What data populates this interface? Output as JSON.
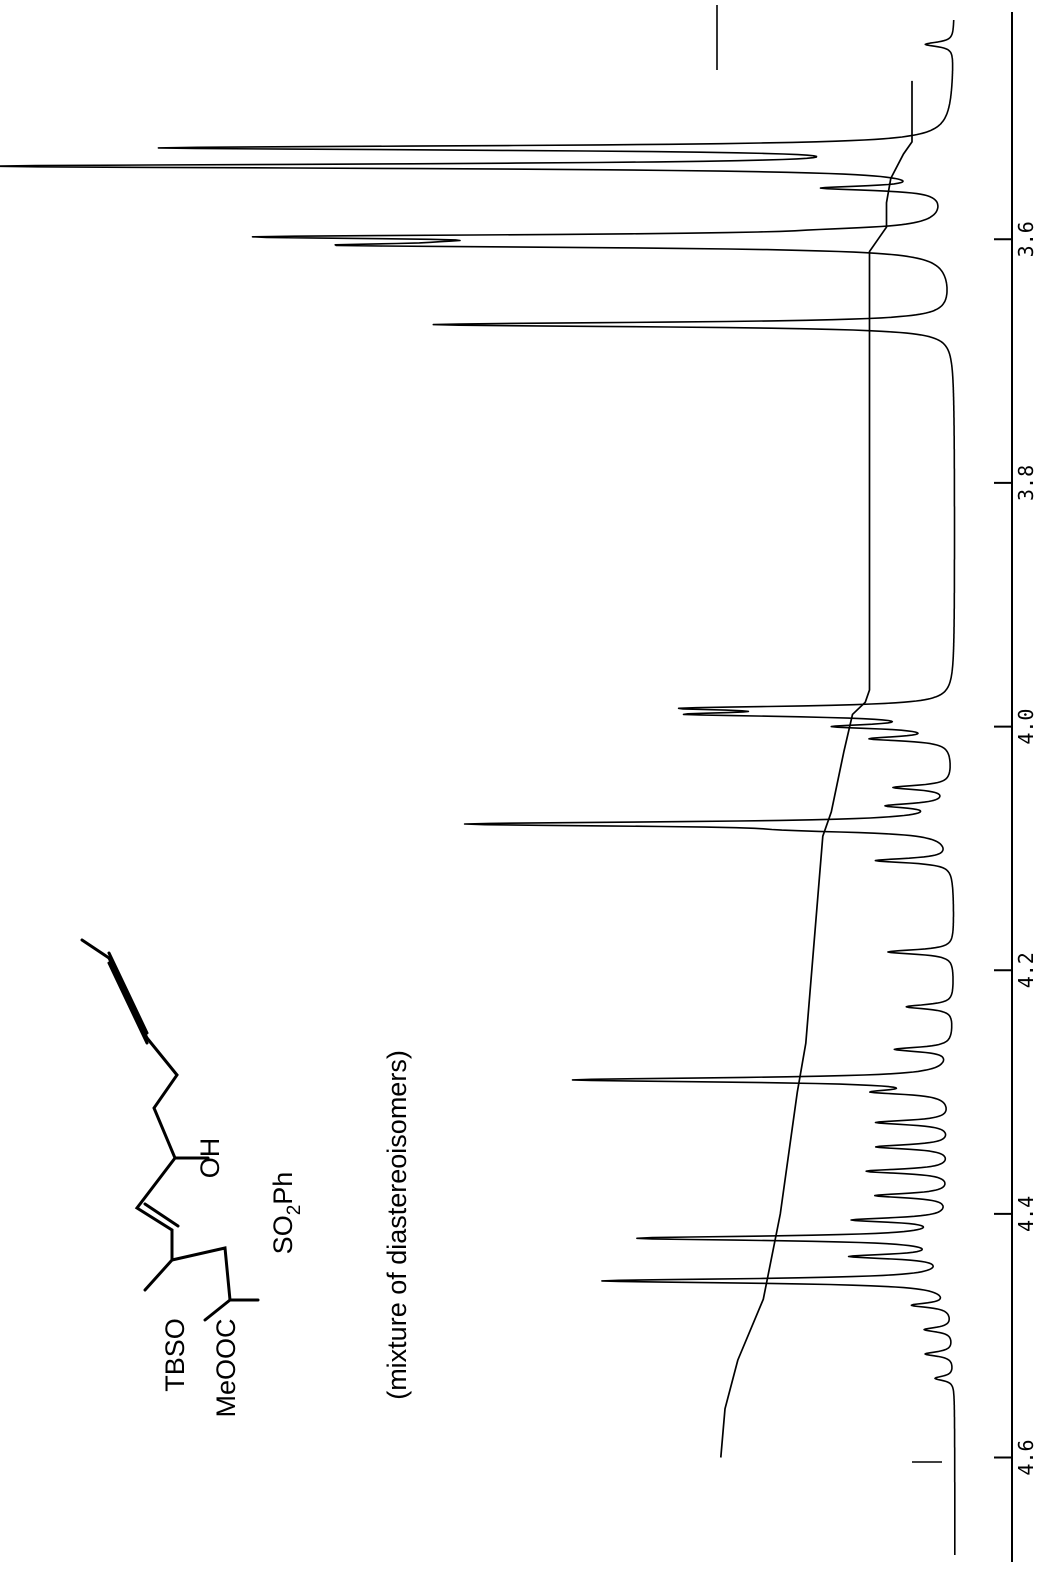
{
  "figure": {
    "structure_labels": {
      "tbso": "TBSO",
      "meooc": "MeOOC",
      "oh": "OH",
      "so2ph_prefix": "SO",
      "so2ph_sub": "2",
      "so2ph_suffix": "Ph"
    },
    "note": "(mixture of diastereoisomers)"
  },
  "chart_data": {
    "type": "line",
    "title": "",
    "xlabel": "",
    "ylabel": "",
    "x_axis": {
      "range": [
        3.42,
        4.68
      ],
      "direction": "increasing downward (spectrum drawn rotated 90°)",
      "ticks": [
        3.6,
        3.8,
        4.0,
        4.2,
        4.4,
        4.6
      ],
      "tick_labels": [
        "3.6",
        "3.8",
        "4.0",
        "4.2",
        "4.4",
        "4.6"
      ]
    },
    "grid": false,
    "series": [
      {
        "role": "spectrum",
        "color": "#000000",
        "peaks": [
          {
            "shift": 3.44,
            "height": 0.03
          },
          {
            "shift": 3.525,
            "height": 0.82
          },
          {
            "shift": 3.54,
            "height": 1.0
          },
          {
            "shift": 3.558,
            "height": 0.12
          },
          {
            "shift": 3.592,
            "height": 0.04
          },
          {
            "shift": 3.598,
            "height": 0.64
          },
          {
            "shift": 3.602,
            "height": 0.21
          },
          {
            "shift": 3.605,
            "height": 0.52
          },
          {
            "shift": 3.67,
            "height": 0.55
          },
          {
            "shift": 3.985,
            "height": 0.25
          },
          {
            "shift": 3.99,
            "height": 0.24
          },
          {
            "shift": 4.0,
            "height": 0.11
          },
          {
            "shift": 4.01,
            "height": 0.08
          },
          {
            "shift": 4.05,
            "height": 0.06
          },
          {
            "shift": 4.065,
            "height": 0.06
          },
          {
            "shift": 4.08,
            "height": 0.5
          },
          {
            "shift": 4.085,
            "height": 0.1
          },
          {
            "shift": 4.11,
            "height": 0.08
          },
          {
            "shift": 4.185,
            "height": 0.07
          },
          {
            "shift": 4.23,
            "height": 0.05
          },
          {
            "shift": 4.265,
            "height": 0.06
          },
          {
            "shift": 4.29,
            "height": 0.4
          },
          {
            "shift": 4.3,
            "height": 0.07
          },
          {
            "shift": 4.325,
            "height": 0.08
          },
          {
            "shift": 4.345,
            "height": 0.08
          },
          {
            "shift": 4.365,
            "height": 0.09
          },
          {
            "shift": 4.385,
            "height": 0.08
          },
          {
            "shift": 4.405,
            "height": 0.1
          },
          {
            "shift": 4.42,
            "height": 0.33
          },
          {
            "shift": 4.435,
            "height": 0.1
          },
          {
            "shift": 4.455,
            "height": 0.37
          },
          {
            "shift": 4.475,
            "height": 0.04
          },
          {
            "shift": 4.495,
            "height": 0.03
          },
          {
            "shift": 4.515,
            "height": 0.03
          },
          {
            "shift": 4.535,
            "height": 0.02
          }
        ]
      },
      {
        "role": "integral",
        "color": "#000000",
        "x": [
          3.47,
          3.52,
          3.53,
          3.55,
          3.57,
          3.59,
          3.6,
          3.61,
          3.97,
          3.98,
          3.99,
          4.02,
          4.07,
          4.09,
          4.26,
          4.3,
          4.4,
          4.47,
          4.52,
          4.56,
          4.6
        ],
        "level": [
          0.0,
          0.0,
          0.02,
          0.05,
          0.06,
          0.06,
          0.08,
          0.1,
          0.1,
          0.11,
          0.14,
          0.16,
          0.19,
          0.21,
          0.25,
          0.27,
          0.31,
          0.35,
          0.41,
          0.44,
          0.45
        ]
      }
    ]
  }
}
